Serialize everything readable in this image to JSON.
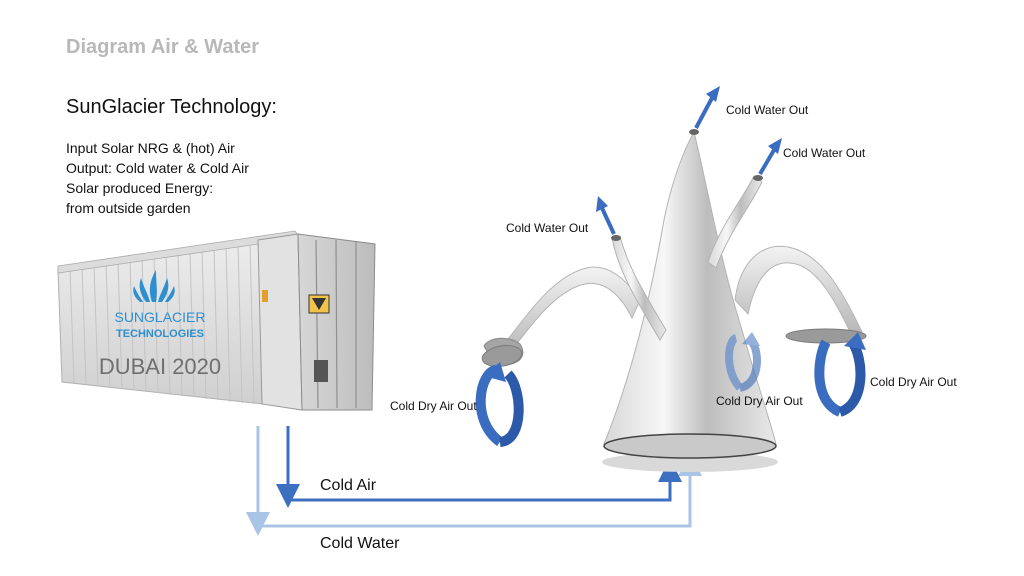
{
  "diagram": {
    "title": "Diagram Air & Water",
    "heading": "SunGlacier Technology:",
    "description": [
      "Input Solar NRG & (hot) Air",
      "Output: Cold water & Cold Air",
      "Solar produced Energy:",
      "from outside garden"
    ],
    "container": {
      "brand_line1": "SUNGLACIER",
      "brand_line2": "TECHNOLOGIES",
      "event": "DUBAI 2020"
    },
    "labels": {
      "cold_water_out_top": "Cold Water Out",
      "cold_water_out_right": "Cold Water Out",
      "cold_water_out_left": "Cold Water Out",
      "cold_dry_air_out_left": "Cold Dry Air Out",
      "cold_dry_air_out_center": "Cold Dry Air Out",
      "cold_dry_air_out_right": "Cold Dry Air Out"
    },
    "flows": {
      "cold_air": "Cold Air",
      "cold_water": "Cold Water"
    },
    "colors": {
      "title": "#b8b8b8",
      "cold_air_line": "#3c6fc0",
      "cold_water_line": "#a9c4e6",
      "arrow_blue": "#3a6cc0"
    }
  }
}
